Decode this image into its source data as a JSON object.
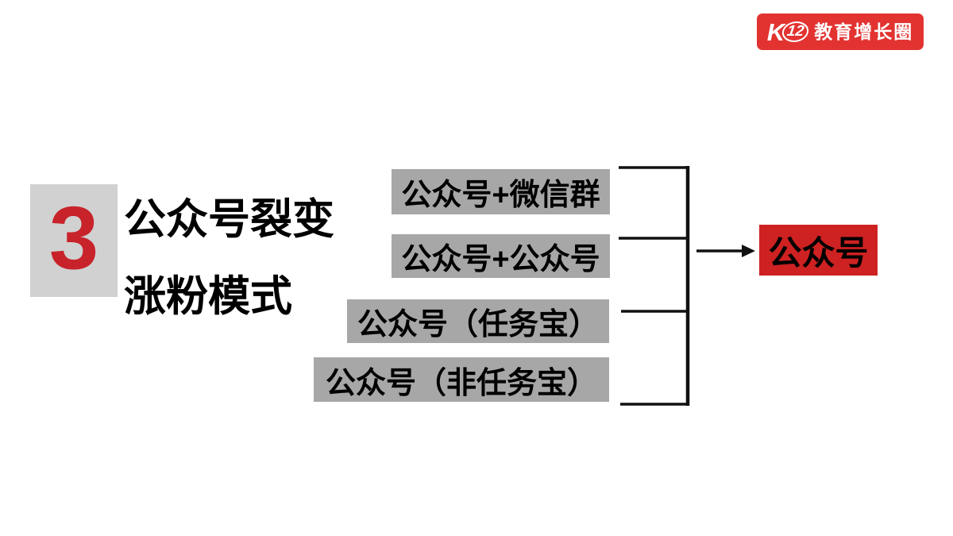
{
  "page": {
    "background": "#ffffff"
  },
  "logo": {
    "mark_k": "K",
    "mark_num": "12",
    "text": "教育增长圈",
    "bg_color": "#e23331",
    "text_color": "#ffffff"
  },
  "section": {
    "number": "3",
    "number_color": "#c8232b",
    "badge_bg": "#d1d1d1",
    "title_line1": "公众号裂变",
    "title_line2": "涨粉模式"
  },
  "diagram": {
    "box_bg": "#a7a7a7",
    "line_color": "#111111",
    "items": [
      {
        "label": "公众号+微信群"
      },
      {
        "label": "公众号+公众号"
      },
      {
        "label": "公众号（任务宝）"
      },
      {
        "label": "公众号（非任务宝）"
      }
    ],
    "result": {
      "label": "公众号",
      "bg_color": "#ce2121"
    }
  }
}
